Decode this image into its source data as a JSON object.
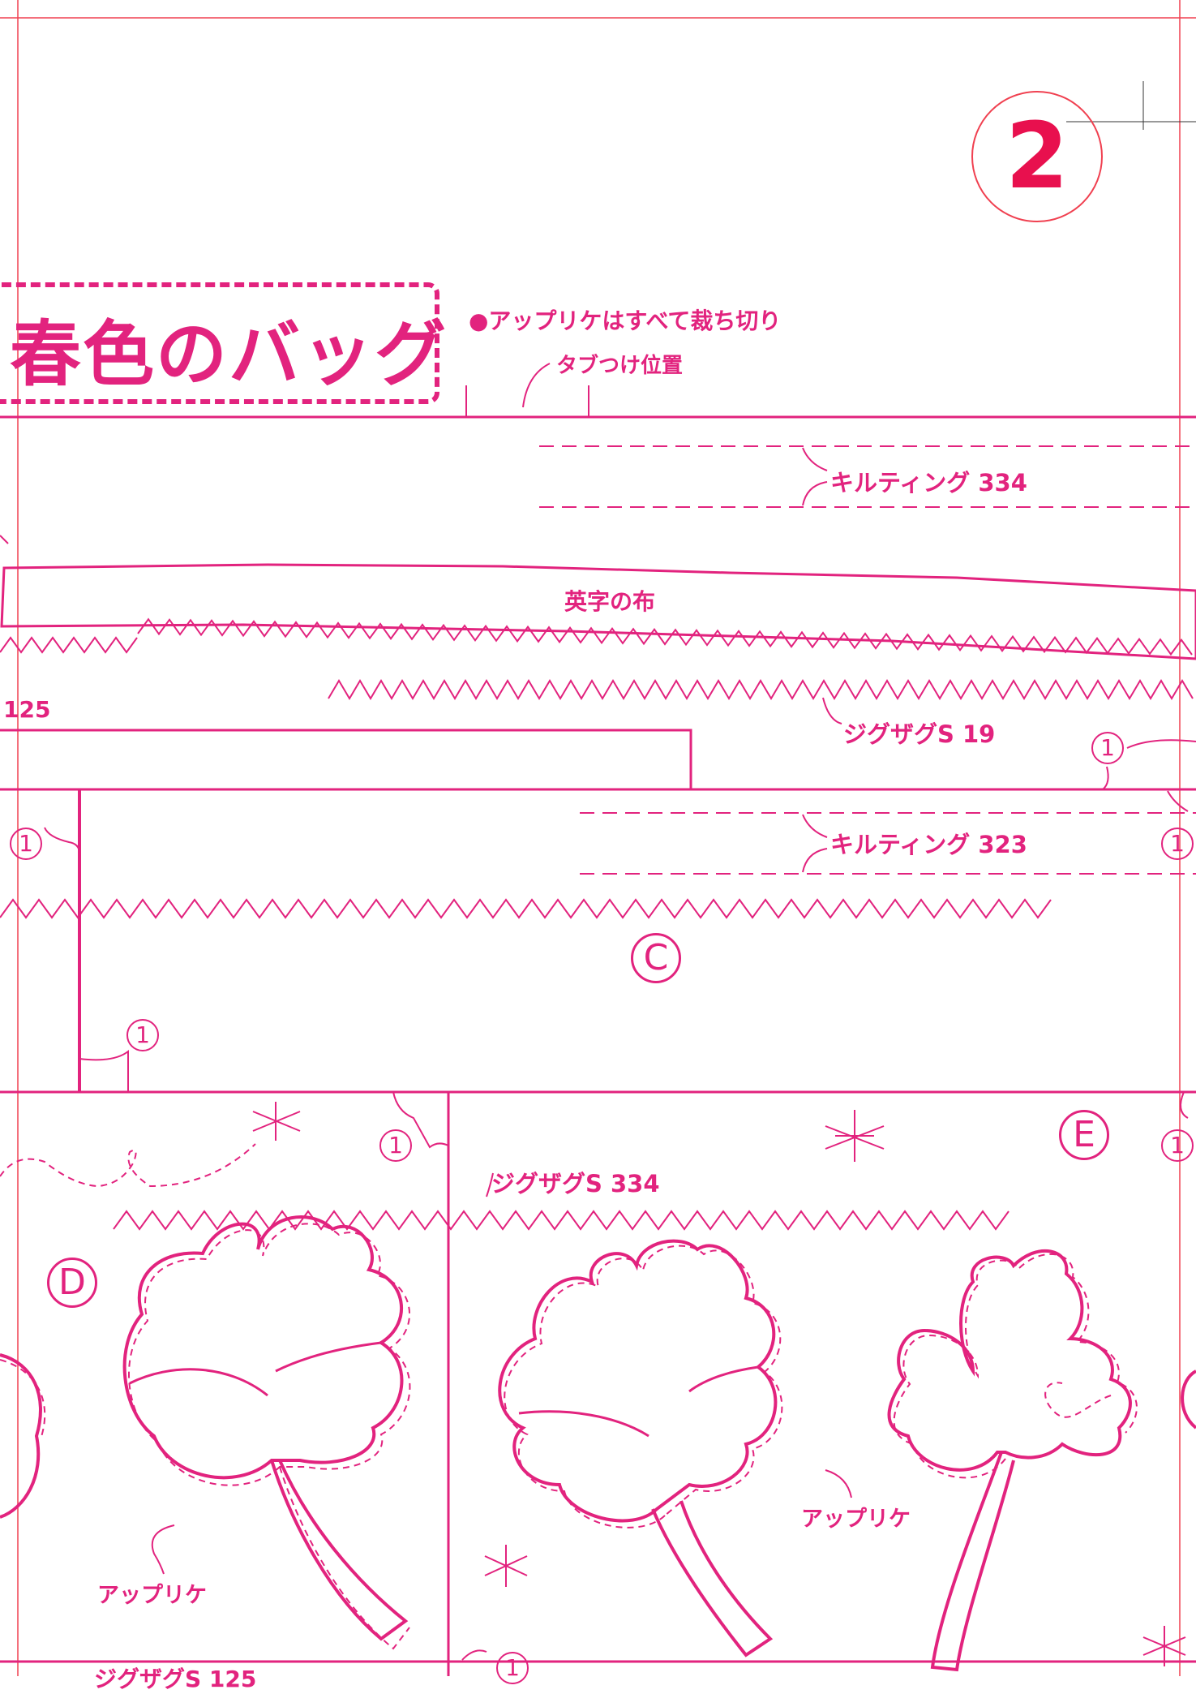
{
  "page_number": "2",
  "title": "春色のバッグ",
  "note": "●アップリケはすべて裁ち切り",
  "tab_label": "タブつけ位置",
  "quilting_1": "キルティング 334",
  "cloth_label": "英字の布",
  "number_125": "125",
  "zigzag_19": "ジグザグS 19",
  "quilting_2": "キルティング 323",
  "zigzag_334": "ジグザグS 334",
  "applique": "アップリケ",
  "zigzag_125": "ジグザグS 125",
  "marker_1": "1",
  "section_c": "C",
  "section_d": "D",
  "section_e": "E",
  "colors": {
    "magenta": "#e2237e",
    "red": "#e8104e",
    "guide": "#f04050"
  }
}
